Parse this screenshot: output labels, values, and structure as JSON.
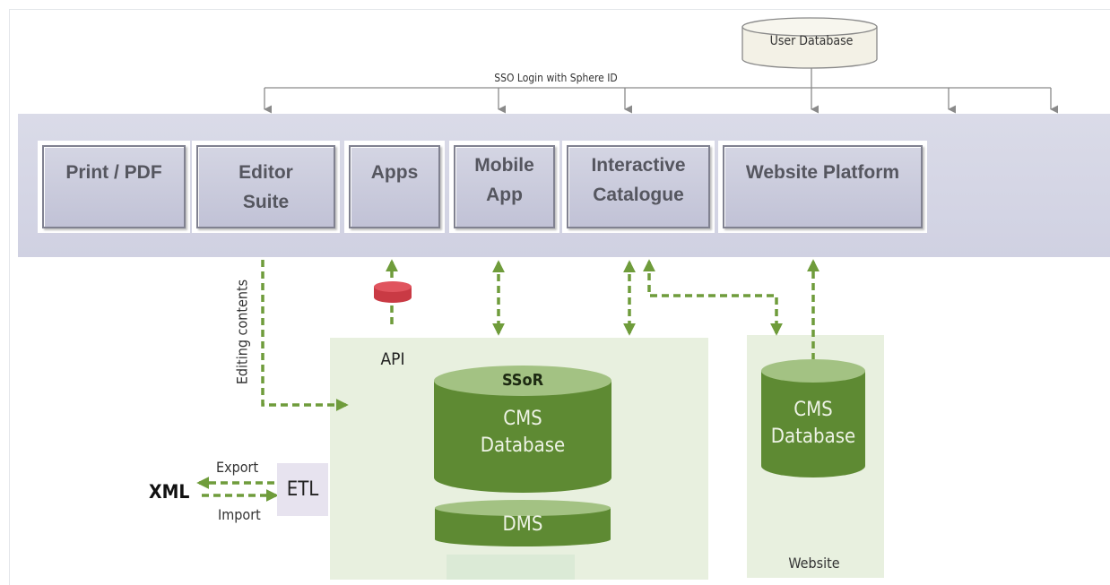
{
  "diagram": {
    "user_database": "User Database",
    "sso_label": "SSO Login with Sphere ID",
    "channels": [
      {
        "key": "print",
        "label": "Print / PDF"
      },
      {
        "key": "editor",
        "label": "Editor\nSuite"
      },
      {
        "key": "apps",
        "label": "Apps"
      },
      {
        "key": "mobile",
        "label": "Mobile\nApp"
      },
      {
        "key": "catalogue",
        "label": "Interactive\nCatalogue"
      },
      {
        "key": "website",
        "label": "Website Platform"
      }
    ],
    "editing_contents": "Editing contents",
    "api_label": "API",
    "ssor": {
      "title": "SSoR",
      "cms_database": "CMS\nDatabase",
      "dms": "DMS"
    },
    "etl": "ETL",
    "xml": "XML",
    "export_label": "Export",
    "import_label": "Import",
    "website_cms_database": "CMS\nDatabase",
    "website_label": "Website",
    "colors": {
      "band": "#d4d5e5",
      "channel_box": "#c7c8da",
      "green_dark": "#5e8a33",
      "green_light": "#9fbf7e",
      "panel": "#e8f0df",
      "dashed_arrow": "#6f9c3b",
      "api_marker": "#d0404a"
    }
  }
}
